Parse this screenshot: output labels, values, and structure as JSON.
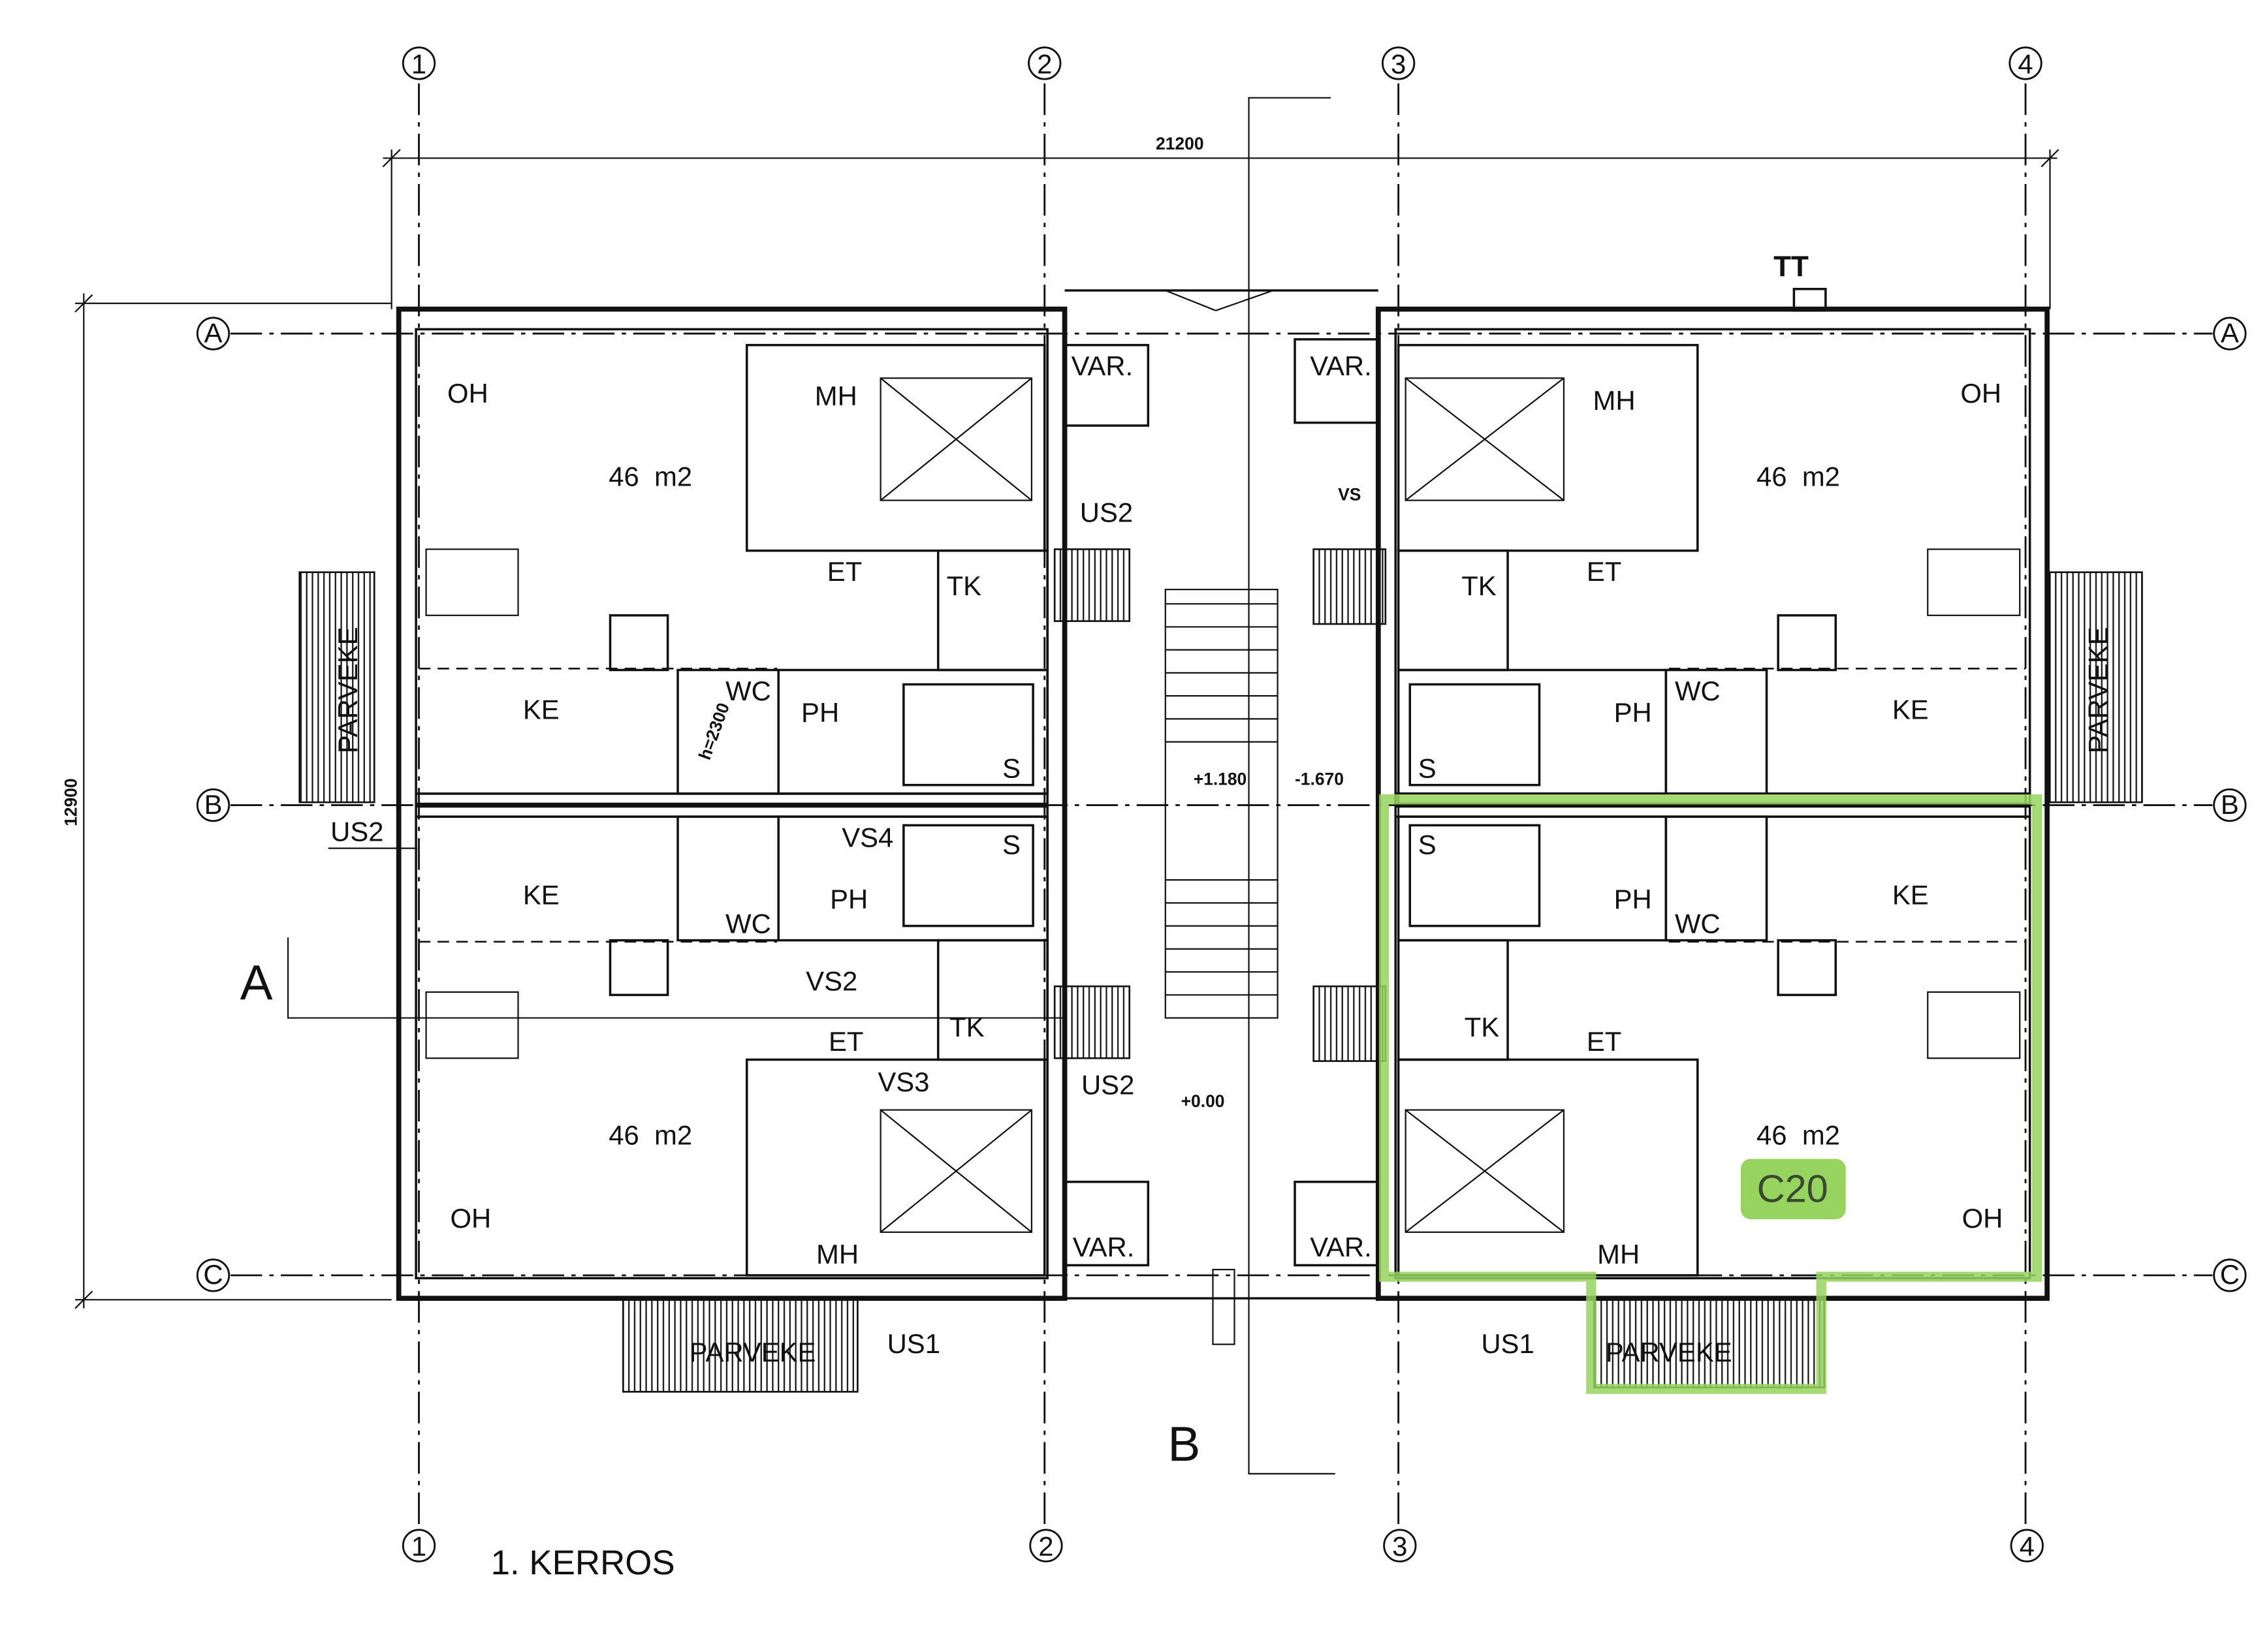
{
  "drawing_title": "1. KERROS",
  "dimensions": {
    "width": "21200",
    "depth": "12900"
  },
  "grid": {
    "columns": [
      "1",
      "2",
      "3",
      "4"
    ],
    "rows": [
      "A",
      "B",
      "C"
    ]
  },
  "section_marks": {
    "a": "A",
    "b": "B"
  },
  "levels": {
    "stair_up": "+1.180",
    "stair_down": "-1.670",
    "ground": "+0.00"
  },
  "misc": {
    "tt": "TT",
    "vs": "VS",
    "us2_left": "US2",
    "parveke_left": "PARVEKE",
    "parveke_right": "PARVEKE",
    "h2300": "h=2300"
  },
  "highlight": {
    "label": "C20",
    "color": "#97d45f",
    "text_color": "#3a4a30"
  },
  "units": {
    "top_left": {
      "oh": "OH",
      "area": "46  m2",
      "mh": "MH",
      "et": "ET",
      "tk": "TK",
      "ke": "KE",
      "wc": "WC",
      "ph": "PH",
      "s": "S",
      "var": "VAR.",
      "us": "US2"
    },
    "bottom_left": {
      "oh": "OH",
      "area": "46  m2",
      "mh": "MH",
      "et": "ET",
      "tk": "TK",
      "ke": "KE",
      "wc": "WC",
      "ph": "PH",
      "s": "S",
      "var": "VAR.",
      "us": "US2",
      "vs4": "VS4",
      "vs2": "VS2",
      "vs3": "VS3",
      "parveke": "PARVEKE",
      "us1": "US1"
    },
    "top_right": {
      "oh": "OH",
      "area": "46  m2",
      "mh": "MH",
      "et": "ET",
      "tk": "TK",
      "ke": "KE",
      "wc": "WC",
      "ph": "PH",
      "s": "S",
      "var": "VAR."
    },
    "bottom_right": {
      "oh": "OH",
      "area": "46  m2",
      "mh": "MH",
      "et": "ET",
      "tk": "TK",
      "ke": "KE",
      "wc": "WC",
      "ph": "PH",
      "s": "S",
      "var": "VAR.",
      "parveke": "PARVEKE",
      "us1": "US1"
    }
  }
}
